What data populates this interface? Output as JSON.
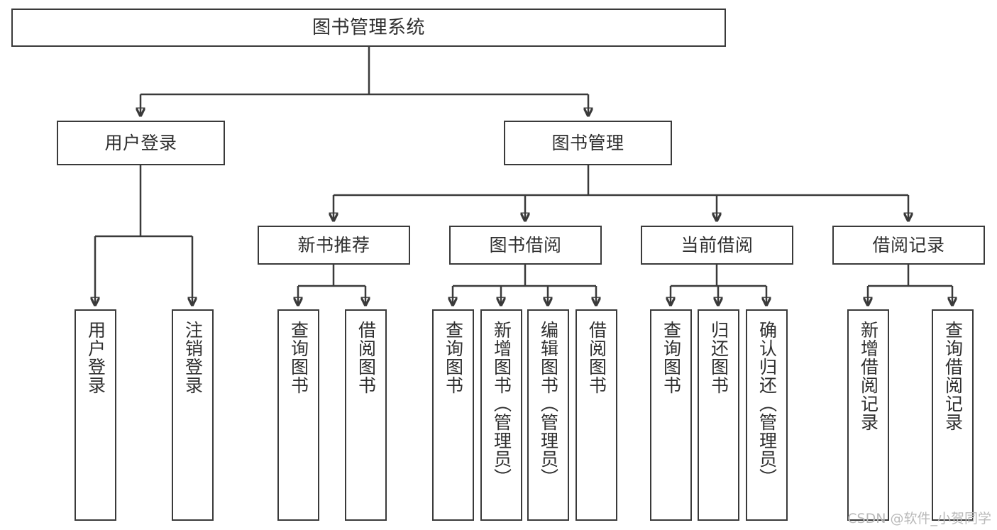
{
  "diagram": {
    "title": "图书管理系统",
    "type": "tree-hierarchy-chart",
    "watermark": "CSDN @软件_小贺同学",
    "colors": {
      "stroke": "#3a3a3a",
      "text": "#2f2f2f",
      "background": "#ffffff",
      "watermark": "#b9b9b9"
    },
    "nodes": {
      "root": {
        "label": "图书管理系统"
      },
      "level2": [
        {
          "id": "user-login",
          "label": "用户登录"
        },
        {
          "id": "book-management",
          "label": "图书管理"
        }
      ],
      "level3": [
        {
          "id": "new-book-recommend",
          "label": "新书推荐"
        },
        {
          "id": "book-borrow",
          "label": "图书借阅"
        },
        {
          "id": "current-borrow",
          "label": "当前借阅"
        },
        {
          "id": "borrow-record",
          "label": "借阅记录"
        }
      ],
      "leaves": {
        "user-login": [
          {
            "id": "leaf-user-login",
            "label": "用户登录"
          },
          {
            "id": "leaf-logout",
            "label": "注销登录"
          }
        ],
        "new-book-recommend": [
          {
            "id": "leaf-query-book-1",
            "label": "查询图书"
          },
          {
            "id": "leaf-borrow-book-1",
            "label": "借阅图书"
          }
        ],
        "book-borrow": [
          {
            "id": "leaf-query-book-2",
            "label": "查询图书"
          },
          {
            "id": "leaf-add-book",
            "label": "新增图书（管理员）"
          },
          {
            "id": "leaf-edit-book",
            "label": "编辑图书（管理员）"
          },
          {
            "id": "leaf-borrow-book-2",
            "label": "借阅图书"
          }
        ],
        "current-borrow": [
          {
            "id": "leaf-query-book-3",
            "label": "查询图书"
          },
          {
            "id": "leaf-return-book",
            "label": "归还图书"
          },
          {
            "id": "leaf-confirm-return",
            "label": "确认归还（管理员）"
          }
        ],
        "borrow-record": [
          {
            "id": "leaf-add-record",
            "label": "新增借阅记录"
          },
          {
            "id": "leaf-query-record",
            "label": "查询借阅记录"
          }
        ]
      }
    }
  }
}
